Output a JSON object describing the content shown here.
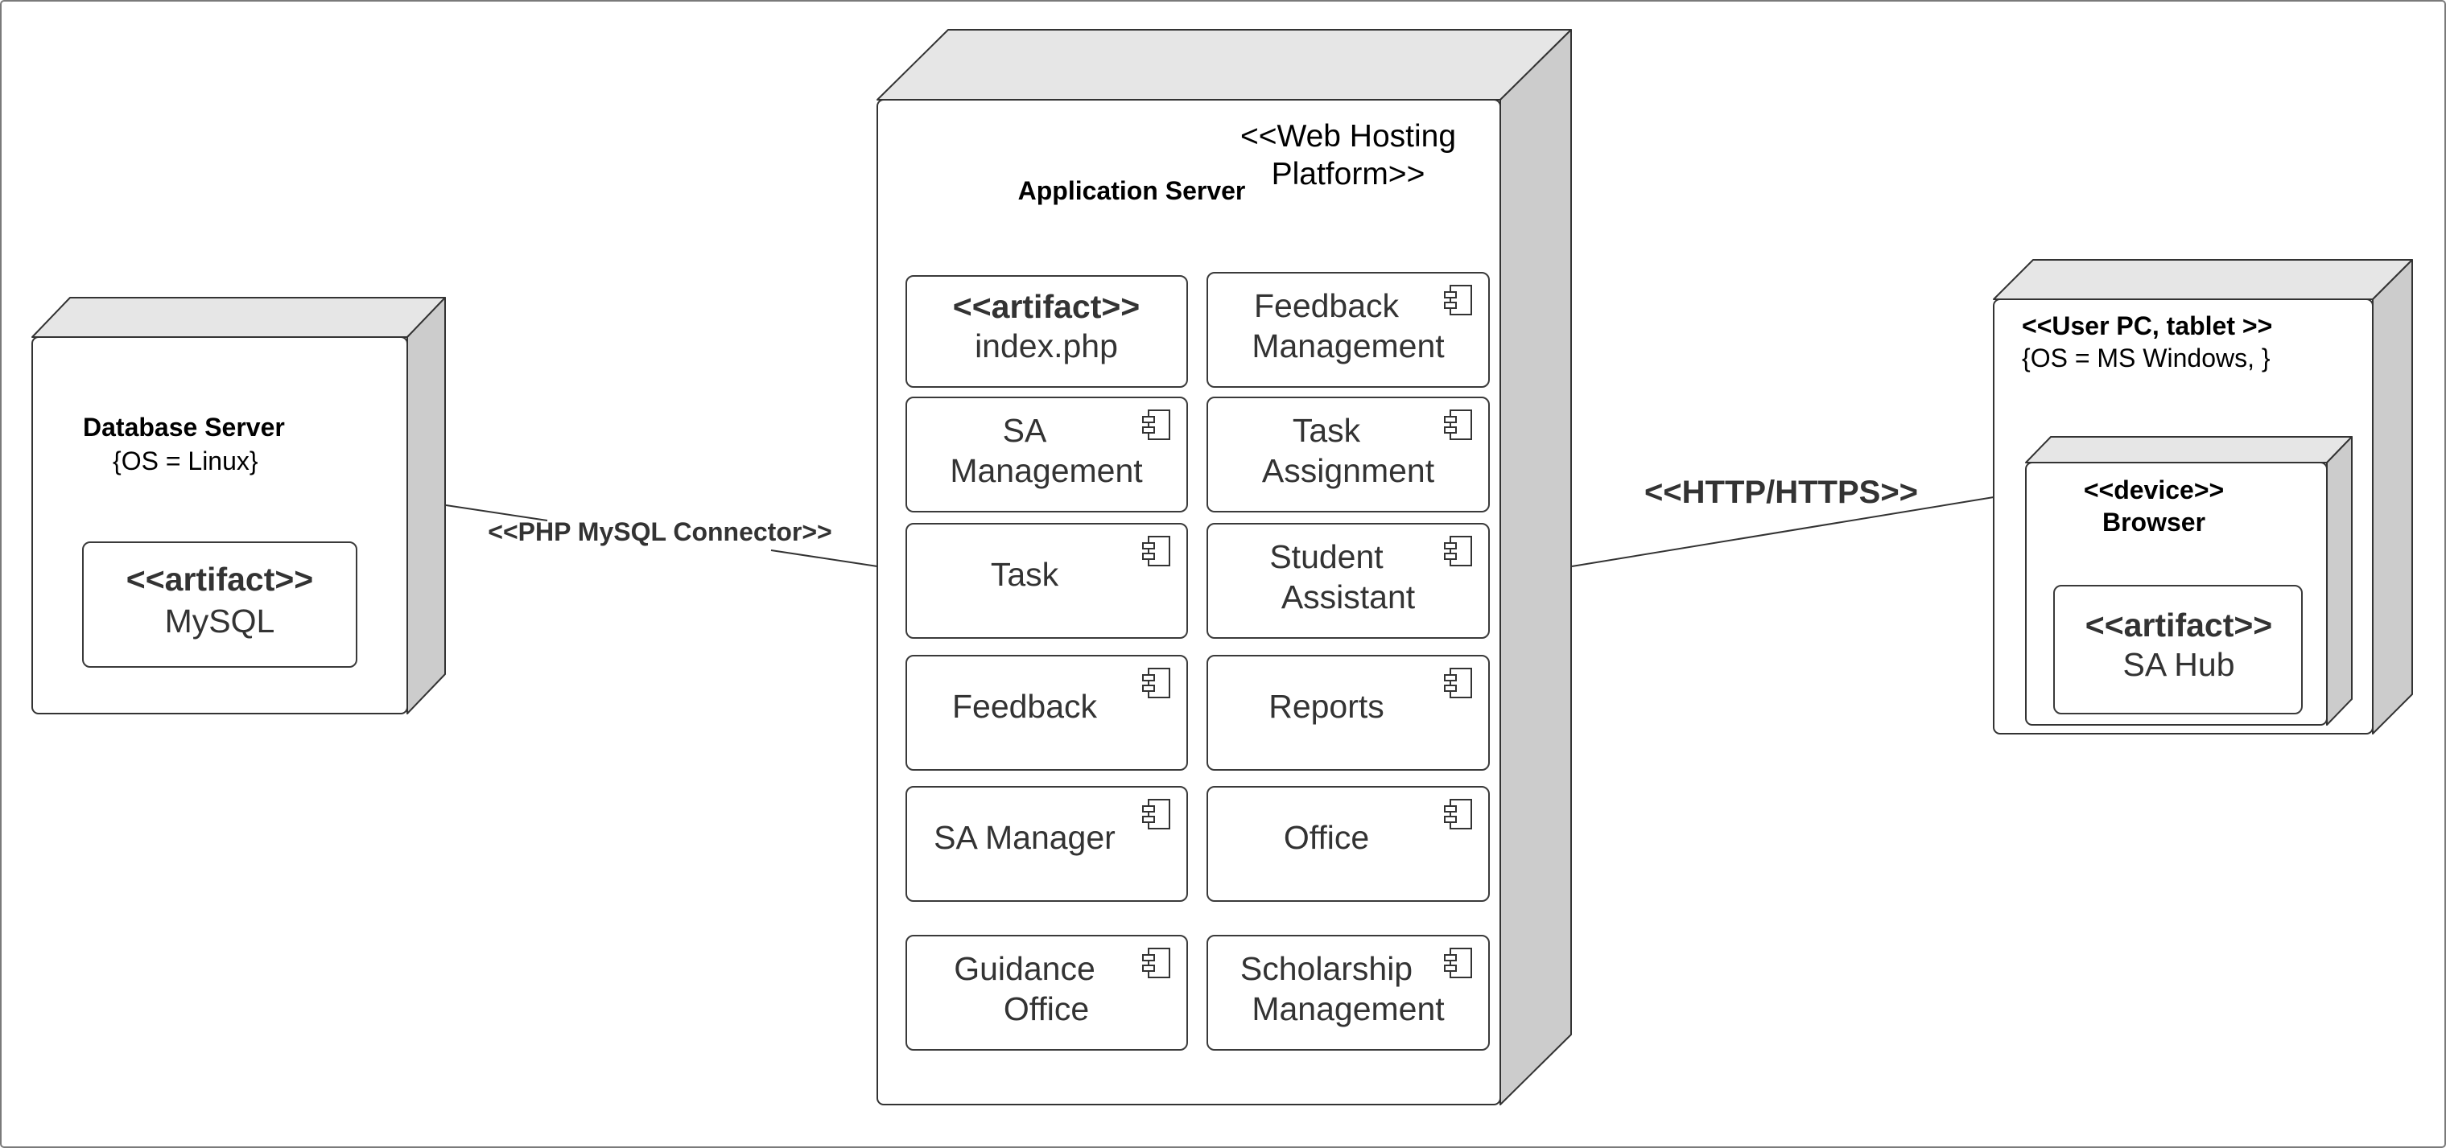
{
  "database_server": {
    "title": "Database Server",
    "constraint": "{OS = Linux}",
    "artifact": {
      "stereotype": "<<artifact>>",
      "name": "MySQL"
    }
  },
  "connector_db": {
    "label": "<<PHP MySQL Connector>>"
  },
  "application_server": {
    "stereotype_line1": "<<Web Hosting",
    "stereotype_line2": "Platform>>",
    "title": "Application Server",
    "artifact": {
      "stereotype": "<<artifact>>",
      "name": "index.php"
    },
    "components": {
      "feedback_management": [
        "Feedback",
        "Management"
      ],
      "sa_management": [
        "SA",
        "Management"
      ],
      "task_assignment": [
        "Task",
        "Assignment"
      ],
      "task": [
        "Task"
      ],
      "student_assistant": [
        "Student",
        "Assistant"
      ],
      "feedback": [
        "Feedback"
      ],
      "reports": [
        "Reports"
      ],
      "sa_manager": [
        "SA Manager"
      ],
      "office": [
        "Office"
      ],
      "guidance_office": [
        "Guidance",
        "Office"
      ],
      "scholarship_management": [
        "Scholarship",
        "Management"
      ]
    },
    "component_icon": "uml-component-icon"
  },
  "connector_http": {
    "label": "<<HTTP/HTTPS>>"
  },
  "client": {
    "stereotype": "<<User PC, tablet >>",
    "constraint": "{OS = MS Windows, }",
    "device": {
      "stereotype": "<<device>>",
      "title": "Browser",
      "artifact": {
        "stereotype": "<<artifact>>",
        "name": "SA Hub"
      }
    }
  }
}
